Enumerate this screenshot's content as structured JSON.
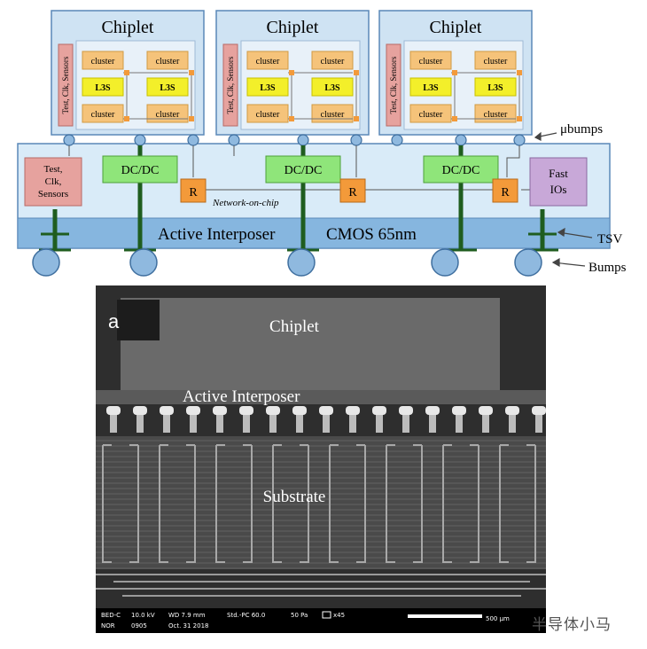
{
  "diagram": {
    "chiplets": [
      {
        "title": "Chiplet",
        "side_label": "Test, Clk, Sensors",
        "blocks": [
          "cluster",
          "cluster",
          "L3S",
          "L3S",
          "cluster",
          "cluster"
        ]
      },
      {
        "title": "Chiplet",
        "side_label": "Test, Clk, Sensors",
        "blocks": [
          "cluster",
          "cluster",
          "L3S",
          "L3S",
          "cluster",
          "cluster"
        ]
      },
      {
        "title": "Chiplet",
        "side_label": "Test, Clk, Sensors",
        "blocks": [
          "cluster",
          "cluster",
          "L3S",
          "L3S",
          "cluster",
          "cluster"
        ]
      }
    ],
    "interposer": {
      "test_block": [
        "Test,",
        "Clk,",
        "Sensors"
      ],
      "dcdc_label": "DC/DC",
      "router_label": "R",
      "noc_label": "Network-on-chip",
      "fast_io": [
        "Fast",
        "IOs"
      ],
      "active_label": "Active Interposer",
      "cmos_label": "CMOS 65nm"
    },
    "callouts": {
      "ubumps": "μbumps",
      "tsv": "TSV",
      "bumps": "Bumps"
    },
    "colors": {
      "chiplet_fill": "#cfe3f3",
      "chiplet_border": "#5a88b8",
      "cluster_fill": "#f5c37a",
      "l3s_fill": "#f3ef2a",
      "dcdc_fill": "#8fe57a",
      "router_fill": "#f39a3a",
      "test_fill": "#e6a29e",
      "fastio_fill": "#c8a8d8",
      "interposer_fill": "#d9ebf8",
      "interposer_band": "#86b6df",
      "bump_fill": "#8fb9df",
      "tsv_color": "#1f5d1f"
    }
  },
  "sem": {
    "panel_letter": "a",
    "chiplet_label": "Chiplet",
    "interposer_label": "Active  Interposer",
    "substrate_label": "Substrate",
    "info_bar": {
      "row1": [
        "BED-C",
        "10.0 kV",
        "WD 7.9 mm",
        "Std.-PC 60.0",
        "50 Pa",
        "x45"
      ],
      "row2": [
        "NOR",
        "0905",
        "Oct. 31 2018"
      ],
      "scale": "500 μm"
    }
  },
  "watermark": "半导体小马"
}
